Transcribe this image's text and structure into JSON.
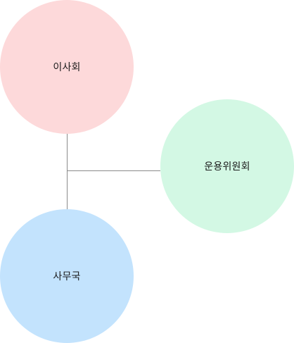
{
  "diagram": {
    "nodes": {
      "board": {
        "label": "이사회",
        "color": "#fdd9da"
      },
      "secretariat": {
        "label": "사무국",
        "color": "#c3e3fd"
      },
      "committee": {
        "label": "운용위원회",
        "color": "#d3f8e4"
      }
    },
    "connector_color": "#8a8a8a"
  }
}
